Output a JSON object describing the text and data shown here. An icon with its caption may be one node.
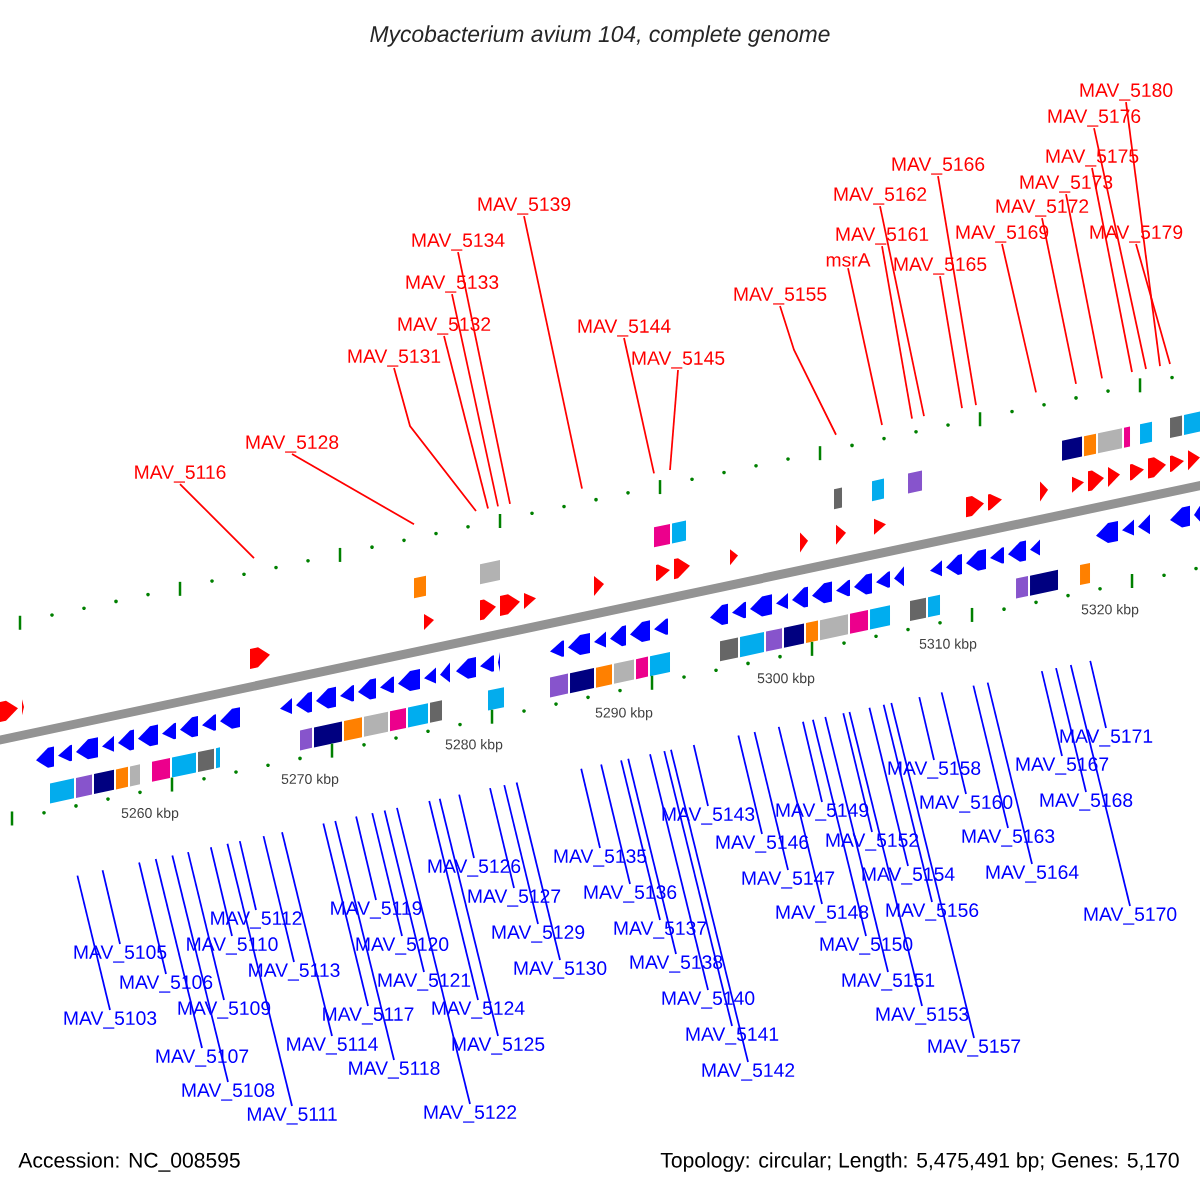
{
  "diagram": {
    "title": "Mycobacterium avium 104, complete genome",
    "nodes": [
      {
        "text": [
          "MAV_5116"
        ]
      },
      {
        "text": [
          "MAV_5128"
        ]
      },
      {
        "text": [
          "MAV_5131"
        ]
      },
      {
        "text": [
          "MAV_5132"
        ]
      },
      {
        "text": [
          "MAV_5133"
        ]
      },
      {
        "text": [
          "MAV_5134"
        ]
      },
      {
        "text": [
          "MAV_5139"
        ]
      },
      {
        "text": [
          "MAV_5144"
        ]
      },
      {
        "text": [
          "MAV_5145"
        ]
      },
      {
        "text": [
          "MAV_5155"
        ]
      },
      {
        "text": [
          "msrA"
        ]
      },
      {
        "text": [
          "MAV_5161"
        ]
      },
      {
        "text": [
          "MAV_5162"
        ]
      },
      {
        "text": [
          "MAV_5166"
        ]
      },
      {
        "text": [
          "MAV_5165"
        ]
      },
      {
        "text": [
          "MAV_5169"
        ]
      },
      {
        "text": [
          "MAV_5172"
        ]
      },
      {
        "text": [
          "MAV_5173"
        ]
      },
      {
        "text": [
          "MAV_5175"
        ]
      },
      {
        "text": [
          "MAV_5176"
        ]
      },
      {
        "text": [
          "MAV_5179"
        ]
      },
      {
        "text": [
          "MAV_5180"
        ]
      },
      {
        "text": [
          "MAV_5103"
        ]
      },
      {
        "text": [
          "MAV_5105"
        ]
      },
      {
        "text": [
          "MAV_5106"
        ]
      },
      {
        "text": [
          "MAV_5107"
        ]
      },
      {
        "text": [
          "MAV_5108"
        ]
      },
      {
        "text": [
          "MAV_5109"
        ]
      },
      {
        "text": [
          "MAV_5110"
        ]
      },
      {
        "text": [
          "MAV_5111"
        ]
      },
      {
        "text": [
          "MAV_5112"
        ]
      },
      {
        "text": [
          "MAV_5113"
        ]
      },
      {
        "text": [
          "MAV_5114"
        ]
      },
      {
        "text": [
          "MAV_5117"
        ]
      },
      {
        "text": [
          "MAV_5118"
        ]
      },
      {
        "text": [
          "MAV_5119"
        ]
      },
      {
        "text": [
          "MAV_5120"
        ]
      },
      {
        "text": [
          "MAV_5121"
        ]
      },
      {
        "text": [
          "MAV_5122"
        ]
      },
      {
        "text": [
          "MAV_5124"
        ]
      },
      {
        "text": [
          "MAV_5125"
        ]
      },
      {
        "text": [
          "MAV_5126"
        ]
      },
      {
        "text": [
          "MAV_5127"
        ]
      },
      {
        "text": [
          "MAV_5129"
        ]
      },
      {
        "text": [
          "MAV_5130"
        ]
      },
      {
        "text": [
          "MAV_5135"
        ]
      },
      {
        "text": [
          "MAV_5136"
        ]
      },
      {
        "text": [
          "MAV_5137"
        ]
      },
      {
        "text": [
          "MAV_5138"
        ]
      },
      {
        "text": [
          "MAV_5140"
        ]
      },
      {
        "text": [
          "MAV_5141"
        ]
      },
      {
        "text": [
          "MAV_5142"
        ]
      },
      {
        "text": [
          "MAV_5143"
        ]
      },
      {
        "text": [
          "MAV_5146"
        ]
      },
      {
        "text": [
          "MAV_5147"
        ]
      },
      {
        "text": [
          "MAV_5148"
        ]
      },
      {
        "text": [
          "MAV_5149"
        ]
      },
      {
        "text": [
          "MAV_5150"
        ]
      },
      {
        "text": [
          "MAV_5151"
        ]
      },
      {
        "text": [
          "MAV_5152"
        ]
      },
      {
        "text": [
          "MAV_5153"
        ]
      },
      {
        "text": [
          "MAV_5154"
        ]
      },
      {
        "text": [
          "MAV_5156"
        ]
      },
      {
        "text": [
          "MAV_5157"
        ]
      },
      {
        "text": [
          "MAV_5158"
        ]
      },
      {
        "text": [
          "MAV_5160"
        ]
      },
      {
        "text": [
          "MAV_5163"
        ]
      },
      {
        "text": [
          "MAV_5164"
        ]
      },
      {
        "text": [
          "MAV_5167"
        ]
      },
      {
        "text": [
          "MAV_5168"
        ]
      },
      {
        "text": [
          "MAV_5170"
        ]
      },
      {
        "text": [
          "MAV_5171"
        ]
      }
    ],
    "edges": [
      {
        "from": 0,
        "to": null,
        "arrow": "none",
        "color": "#ff0000"
      },
      {
        "from": 1,
        "to": null,
        "arrow": "none",
        "color": "#ff0000"
      },
      {
        "from": 2,
        "to": null,
        "arrow": "none",
        "color": "#ff0000"
      },
      {
        "from": 3,
        "to": null,
        "arrow": "none",
        "color": "#ff0000"
      },
      {
        "from": 4,
        "to": null,
        "arrow": "none",
        "color": "#ff0000"
      },
      {
        "from": 5,
        "to": null,
        "arrow": "none",
        "color": "#ff0000"
      },
      {
        "from": 6,
        "to": null,
        "arrow": "none",
        "color": "#ff0000"
      },
      {
        "from": 7,
        "to": null,
        "arrow": "none",
        "color": "#ff0000"
      },
      {
        "from": 8,
        "to": null,
        "arrow": "none",
        "color": "#ff0000"
      },
      {
        "from": 9,
        "to": null,
        "arrow": "none",
        "color": "#ff0000"
      },
      {
        "from": 10,
        "to": null,
        "arrow": "none",
        "color": "#ff0000"
      },
      {
        "from": 11,
        "to": null,
        "arrow": "none",
        "color": "#ff0000"
      },
      {
        "from": 12,
        "to": null,
        "arrow": "none",
        "color": "#ff0000"
      },
      {
        "from": 13,
        "to": null,
        "arrow": "none",
        "color": "#ff0000"
      },
      {
        "from": 14,
        "to": null,
        "arrow": "none",
        "color": "#ff0000"
      },
      {
        "from": 15,
        "to": null,
        "arrow": "none",
        "color": "#ff0000"
      },
      {
        "from": 16,
        "to": null,
        "arrow": "none",
        "color": "#ff0000"
      },
      {
        "from": 17,
        "to": null,
        "arrow": "none",
        "color": "#ff0000"
      },
      {
        "from": 18,
        "to": null,
        "arrow": "none",
        "color": "#ff0000"
      },
      {
        "from": 19,
        "to": null,
        "arrow": "none",
        "color": "#ff0000"
      },
      {
        "from": 20,
        "to": null,
        "arrow": "none",
        "color": "#ff0000"
      },
      {
        "from": 21,
        "to": null,
        "arrow": "none",
        "color": "#ff0000"
      },
      {
        "from": 22,
        "to": null,
        "arrow": "none"
      },
      {
        "from": 23,
        "to": null,
        "arrow": "none"
      },
      {
        "from": 24,
        "to": null,
        "arrow": "none"
      },
      {
        "from": 25,
        "to": null,
        "arrow": "none"
      },
      {
        "from": 26,
        "to": null,
        "arrow": "none"
      },
      {
        "from": 27,
        "to": null,
        "arrow": "none"
      },
      {
        "from": 28,
        "to": null,
        "arrow": "none"
      },
      {
        "from": 29,
        "to": null,
        "arrow": "none"
      },
      {
        "from": 30,
        "to": null,
        "arrow": "none"
      },
      {
        "from": 31,
        "to": null,
        "arrow": "none"
      },
      {
        "from": 32,
        "to": null,
        "arrow": "none"
      },
      {
        "from": 33,
        "to": null,
        "arrow": "none"
      },
      {
        "from": 34,
        "to": null,
        "arrow": "none"
      },
      {
        "from": 35,
        "to": null,
        "arrow": "none"
      },
      {
        "from": 36,
        "to": null,
        "arrow": "none"
      },
      {
        "from": 37,
        "to": null,
        "arrow": "none"
      },
      {
        "from": 38,
        "to": null,
        "arrow": "none"
      },
      {
        "from": 39,
        "to": null,
        "arrow": "none"
      },
      {
        "from": 40,
        "to": null,
        "arrow": "none"
      },
      {
        "from": 41,
        "to": null,
        "arrow": "none"
      },
      {
        "from": 42,
        "to": null,
        "arrow": "none"
      },
      {
        "from": 43,
        "to": null,
        "arrow": "none"
      },
      {
        "from": 44,
        "to": null,
        "arrow": "none"
      },
      {
        "from": 45,
        "to": null,
        "arrow": "none"
      },
      {
        "from": 46,
        "to": null,
        "arrow": "none"
      },
      {
        "from": 47,
        "to": null,
        "arrow": "none"
      },
      {
        "from": 48,
        "to": null,
        "arrow": "none"
      },
      {
        "from": 49,
        "to": null,
        "arrow": "none"
      },
      {
        "from": 50,
        "to": null,
        "arrow": "none"
      },
      {
        "from": 51,
        "to": null,
        "arrow": "none"
      },
      {
        "from": 52,
        "to": null,
        "arrow": "none"
      },
      {
        "from": 53,
        "to": null,
        "arrow": "none"
      },
      {
        "from": 54,
        "to": null,
        "arrow": "none"
      },
      {
        "from": 55,
        "to": null,
        "arrow": "none"
      },
      {
        "from": 56,
        "to": null,
        "arrow": "none"
      },
      {
        "from": 57,
        "to": null,
        "arrow": "none"
      },
      {
        "from": 58,
        "to": null,
        "arrow": "none"
      },
      {
        "from": 59,
        "to": null,
        "arrow": "none"
      },
      {
        "from": 60,
        "to": null,
        "arrow": "none"
      },
      {
        "from": 61,
        "to": null,
        "arrow": "none"
      },
      {
        "from": 62,
        "to": null,
        "arrow": "none"
      },
      {
        "from": 63,
        "to": null,
        "arrow": "none"
      },
      {
        "from": 64,
        "to": null,
        "arrow": "none"
      },
      {
        "from": 65,
        "to": null,
        "arrow": "none"
      },
      {
        "from": 66,
        "to": null,
        "arrow": "none"
      },
      {
        "from": 67,
        "to": null,
        "arrow": "none"
      },
      {
        "from": 68,
        "to": null,
        "arrow": "none"
      },
      {
        "from": 69,
        "to": null,
        "arrow": "none"
      },
      {
        "from": 70,
        "to": null,
        "arrow": "none"
      },
      {
        "from": 71,
        "to": null,
        "arrow": "none"
      }
    ],
    "labels": [
      "5260 kbp",
      "5270 kbp",
      "5280 kbp",
      "5290 kbp",
      "5300 kbp",
      "5310 kbp",
      "5320 kbp",
      "Accession: NC_008595",
      "Topology: circular; Length: 5,475,491 bp; Genes: 5,170"
    ]
  }
}
